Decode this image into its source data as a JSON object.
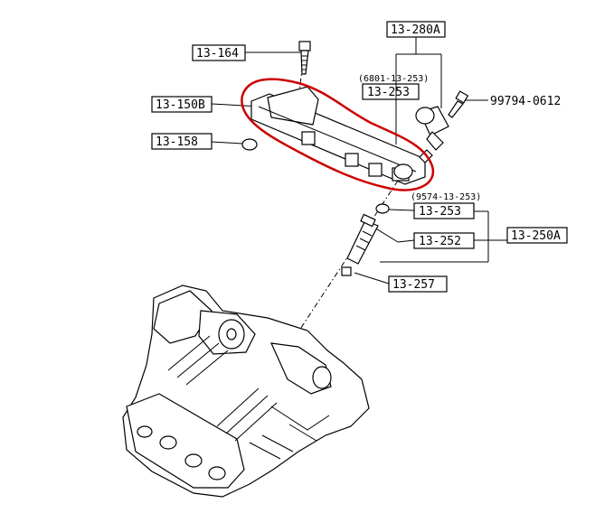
{
  "callouts": {
    "c13_280A": "13-280A",
    "c13_164": "13-164",
    "c6801": "(6801-13-253)",
    "c13_253_top": "13-253",
    "c99794": "99794-0612",
    "c13_150B": "13-150B",
    "c13_158": "13-158",
    "c9574": "(9574-13-253)",
    "c13_253_mid": "13-253",
    "c13_252": "13-252",
    "c13_250A": "13-250A",
    "c13_257": "13-257"
  },
  "colors": {
    "highlight": "#cc0000",
    "ink": "#000000",
    "background": "#ffffff"
  }
}
